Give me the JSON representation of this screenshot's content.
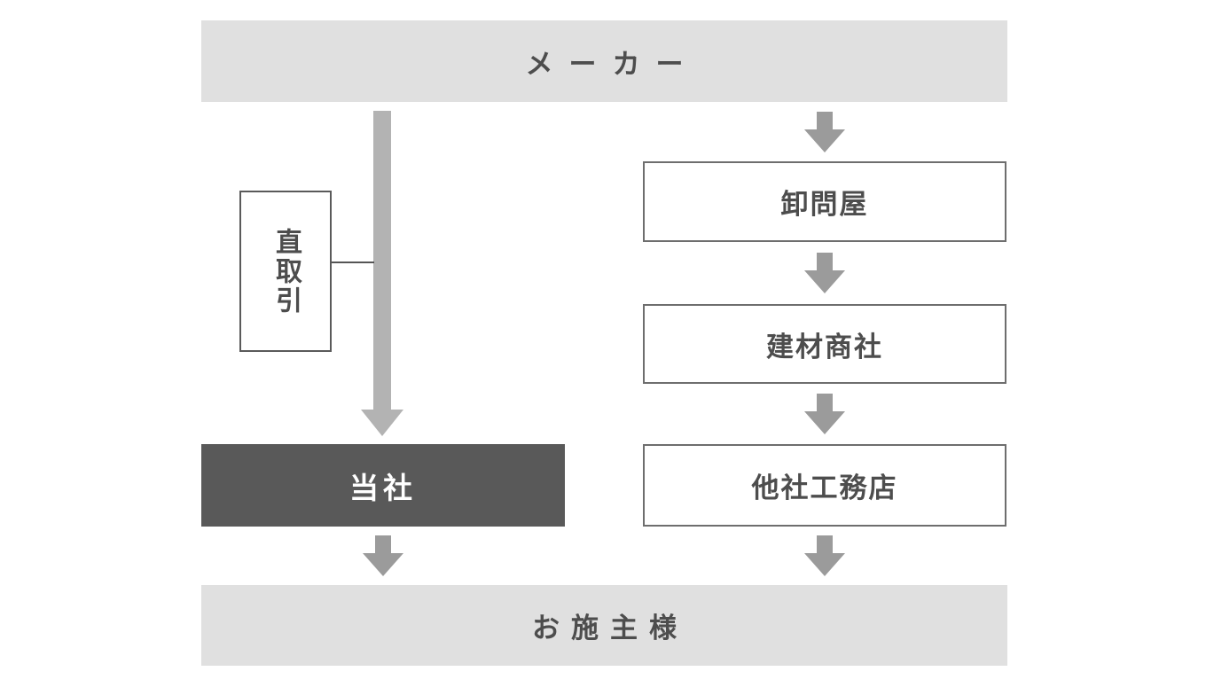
{
  "diagram": {
    "description": "Distribution flow comparison diagram (direct deal vs. multi-step distribution)",
    "top_bar": {
      "label": "メーカー"
    },
    "bottom_bar": {
      "label": "お施主様"
    },
    "left_flow": {
      "note_box": {
        "label": "直取引"
      },
      "company_box": {
        "label": "当社"
      }
    },
    "right_flow": {
      "boxes": [
        "卸問屋",
        "建材商社",
        "他社工務店"
      ]
    }
  },
  "colors": {
    "bar-bg": "#e0e0e0",
    "box-border": "#6e6e6e",
    "note-border": "#5a5a5a",
    "dark-box-bg": "#595959",
    "big-arrow": "#b3b3b3",
    "small-arrow": "#9b9b9b",
    "connector": "#555555",
    "text-dark": "#4d4d4d",
    "text-light": "#ffffff"
  }
}
